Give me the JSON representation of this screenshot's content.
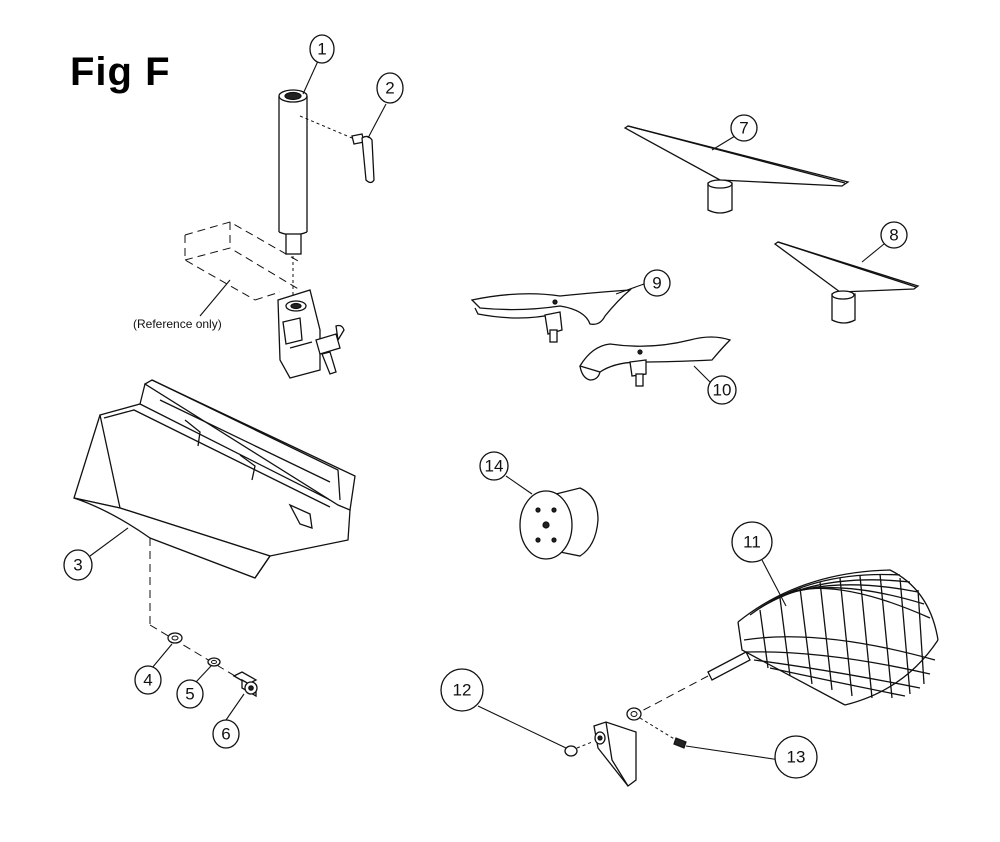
{
  "figure": {
    "title": "Fig F",
    "reference_note": "(Reference only)"
  },
  "callouts": {
    "c1": "1",
    "c2": "2",
    "c3": "3",
    "c4": "4",
    "c5": "5",
    "c6": "6",
    "c7": "7",
    "c8": "8",
    "c9": "9",
    "c10": "10",
    "c11": "11",
    "c12": "12",
    "c13": "13",
    "c14": "14"
  }
}
